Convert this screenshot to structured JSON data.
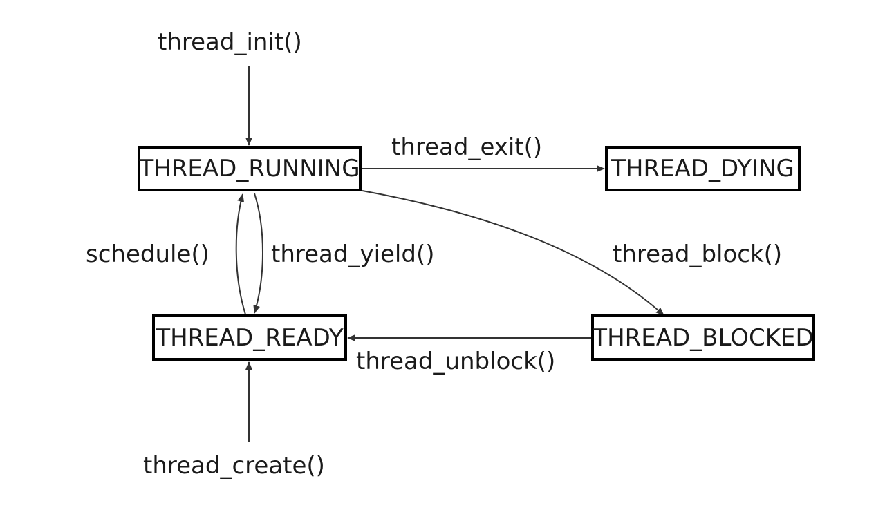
{
  "states": {
    "running": "THREAD_RUNNING",
    "dying": "THREAD_DYING",
    "ready": "THREAD_READY",
    "blocked": "THREAD_BLOCKED"
  },
  "transitions": {
    "init": "thread_init()",
    "exit": "thread_exit()",
    "schedule": "schedule()",
    "yield": "thread_yield()",
    "block": "thread_block()",
    "unblock": "thread_unblock()",
    "create": "thread_create()"
  },
  "colors": {
    "stroke": "#333333",
    "box_border": "#000000",
    "text": "#1a1a1a"
  }
}
